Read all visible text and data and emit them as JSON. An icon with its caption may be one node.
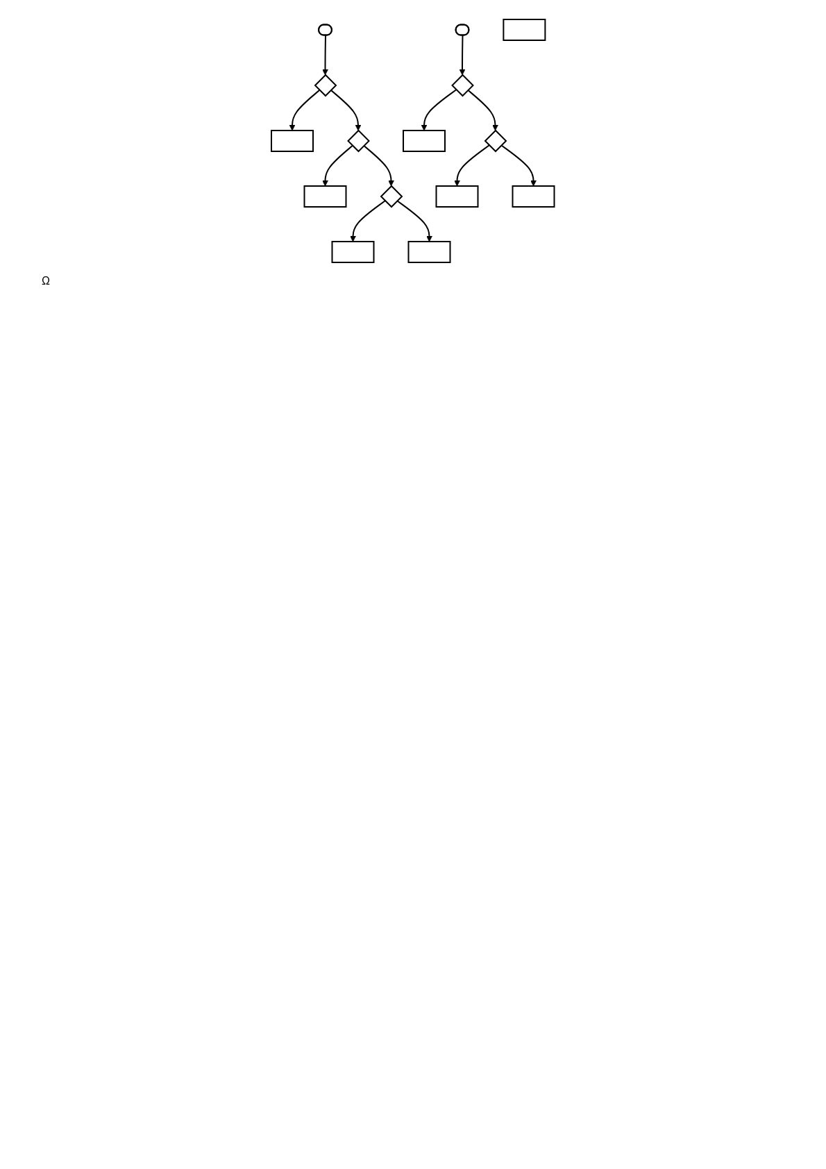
{
  "diagram": {
    "nodes": [
      {
        "text": [],
        "shape": "stadium"
      },
      {
        "text": [],
        "shape": "diamond"
      },
      {
        "text": [],
        "shape": "box"
      },
      {
        "text": [],
        "shape": "diamond"
      },
      {
        "text": [],
        "shape": "box"
      },
      {
        "text": [],
        "shape": "diamond"
      },
      {
        "text": [],
        "shape": "box"
      },
      {
        "text": [],
        "shape": "box"
      },
      {
        "text": [],
        "shape": "stadium"
      },
      {
        "text": [],
        "shape": "diamond"
      },
      {
        "text": [],
        "shape": "box"
      },
      {
        "text": [],
        "shape": "diamond"
      },
      {
        "text": [],
        "shape": "box"
      },
      {
        "text": [],
        "shape": "box"
      },
      {
        "text": [],
        "shape": "box"
      }
    ],
    "edges": [
      {
        "from": 0,
        "to": 1,
        "arrow": "to"
      },
      {
        "from": 1,
        "to": 2,
        "arrow": "to"
      },
      {
        "from": 1,
        "to": 3,
        "arrow": "to"
      },
      {
        "from": 3,
        "to": 4,
        "arrow": "to"
      },
      {
        "from": 3,
        "to": 5,
        "arrow": "to"
      },
      {
        "from": 5,
        "to": 6,
        "arrow": "to"
      },
      {
        "from": 5,
        "to": 7,
        "arrow": "to"
      },
      {
        "from": 8,
        "to": 9,
        "arrow": "to"
      },
      {
        "from": 9,
        "to": 10,
        "arrow": "to"
      },
      {
        "from": 9,
        "to": 11,
        "arrow": "to"
      },
      {
        "from": 11,
        "to": 12,
        "arrow": "to"
      },
      {
        "from": 11,
        "to": 13,
        "arrow": "to"
      }
    ],
    "labels": [
      "Ω"
    ]
  }
}
